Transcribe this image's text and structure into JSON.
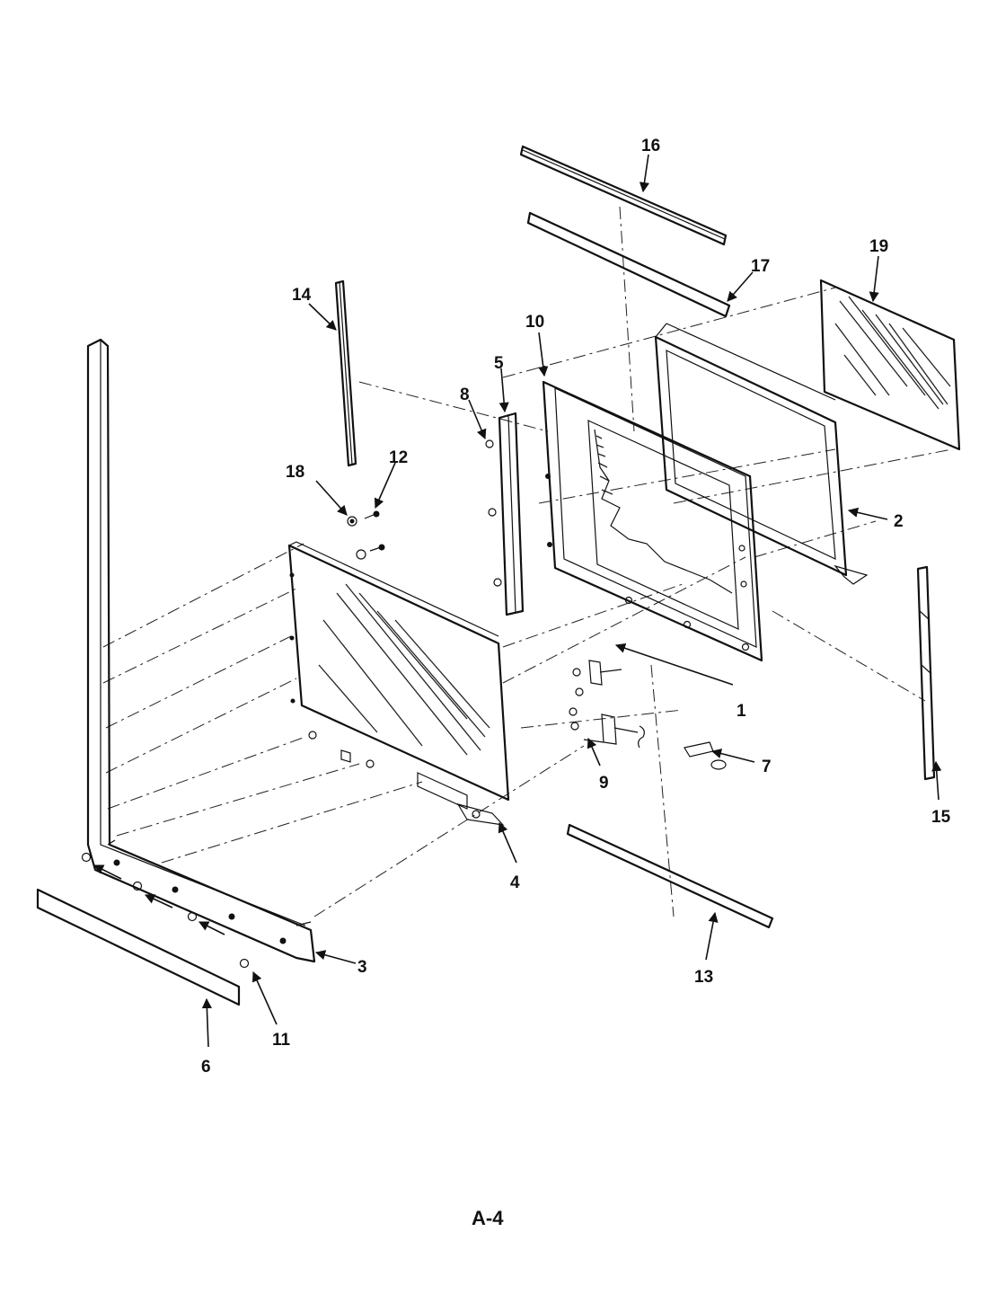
{
  "page_label": "A-4",
  "callouts": [
    "1",
    "2",
    "3",
    "4",
    "5",
    "6",
    "7",
    "8",
    "9",
    "10",
    "11",
    "12",
    "13",
    "14",
    "15",
    "16",
    "17",
    "18",
    "19"
  ]
}
